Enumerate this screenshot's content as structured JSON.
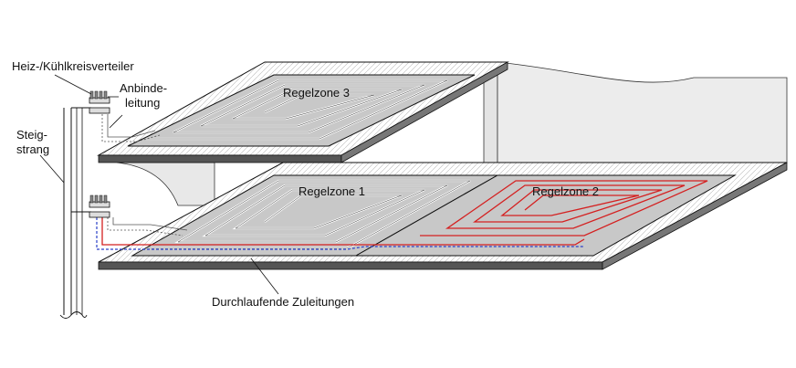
{
  "labels": {
    "distributor": "Heiz-/Kühlkreisverteiler",
    "connection_line_1": "Anbinde-",
    "connection_line_2": "leitung",
    "riser_1": "Steig-",
    "riser_2": "strang",
    "zone_3": "Regelzone 3",
    "zone_1": "Regelzone 1",
    "zone_2": "Regelzone 2",
    "supply_lines": "Durchlaufende Zuleitungen"
  },
  "colors": {
    "slab_top": "#ffffff",
    "slab_edge": "#555555",
    "zone_fill": "#c8c8c8",
    "zone_pipe": "#ffffff",
    "zone2_pipe": "#d42020",
    "supply_red": "#d42020",
    "supply_blue": "#2a3fc8",
    "outline": "#111111",
    "wall": "#ececec"
  }
}
